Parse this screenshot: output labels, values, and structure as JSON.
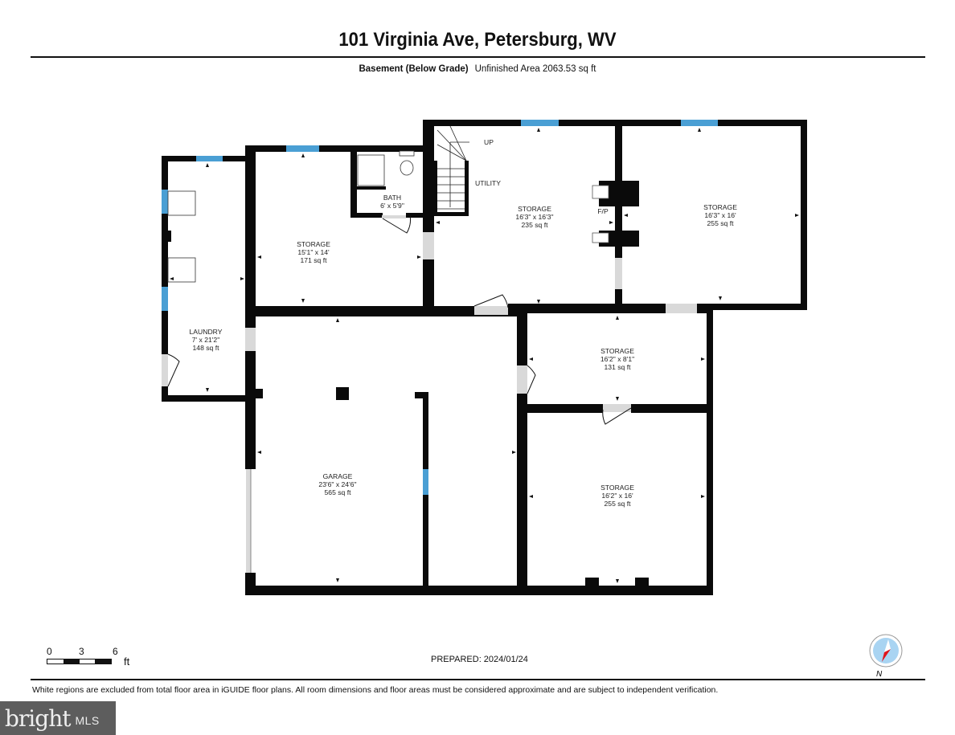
{
  "header": {
    "title": "101 Virginia Ave, Petersburg, WV",
    "level": "Basement (Below Grade)",
    "area_summary": "Unfinished Area 2063.53 sq ft"
  },
  "rooms": [
    {
      "name": "LAUNDRY",
      "dims": "7' x 21'2\"",
      "area": "148 sq ft"
    },
    {
      "name": "STORAGE",
      "dims": "15'1\" x 14'",
      "area": "171 sq ft"
    },
    {
      "name": "BATH",
      "dims": "6' x 5'9\"",
      "area": ""
    },
    {
      "name": "STORAGE",
      "dims": "16'3\" x 16'3\"",
      "area": "235 sq ft"
    },
    {
      "name": "STORAGE",
      "dims": "16'3\" x 16'",
      "area": "255 sq ft"
    },
    {
      "name": "GARAGE",
      "dims": "23'6\" x 24'6\"",
      "area": "565 sq ft"
    },
    {
      "name": "STORAGE",
      "dims": "16'2\" x 8'1\"",
      "area": "131 sq ft"
    },
    {
      "name": "STORAGE",
      "dims": "16'2\" x 16'",
      "area": "255 sq ft"
    }
  ],
  "annotations": {
    "stairs_label": "UP",
    "utility_label": "UTILITY",
    "fireplace_label": "F/P"
  },
  "scale_bar": {
    "ticks": [
      "0",
      "3",
      "6"
    ],
    "unit": "ft"
  },
  "prepared": "PREPARED: 2024/01/24",
  "compass": {
    "label": "N"
  },
  "disclaimer": "White regions are excluded from total floor area in iGUIDE floor plans. All room dimensions and floor areas must be considered approximate and are subject to independent verification.",
  "watermark": {
    "brand": "bright",
    "suffix": "MLS"
  },
  "colors": {
    "wall": "#0a0a0a",
    "window": "#4a9fd4",
    "opening": "#d9d9d9",
    "compass_fill": "#a9d4f2",
    "compass_needle": "#e0141c",
    "logo_bg": "#5d5d5d"
  }
}
